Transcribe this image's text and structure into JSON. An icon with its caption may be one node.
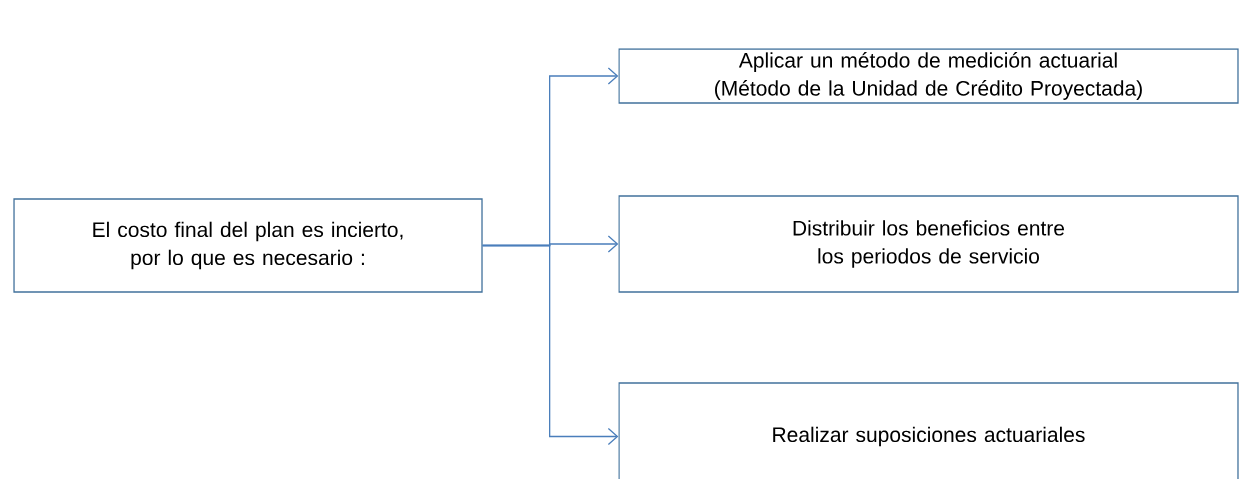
{
  "diagram": {
    "nodes": [
      {
        "text": [
          "El costo final del plan es incierto, por lo que es necesario :"
        ]
      },
      {
        "text": [
          "Aplicar un método de medición actuarial (Método de la Unidad de Crédito Proyectada)"
        ]
      },
      {
        "text": [
          "Distribuir los beneficios entre los periodos de servicio"
        ]
      },
      {
        "text": [
          "Realizar suposiciones actuariales"
        ]
      }
    ],
    "edges": [
      {
        "from": 0,
        "to": 1,
        "arrow": "to"
      },
      {
        "from": 0,
        "to": 2,
        "arrow": "to"
      },
      {
        "from": 0,
        "to": 3,
        "arrow": "to"
      }
    ]
  }
}
